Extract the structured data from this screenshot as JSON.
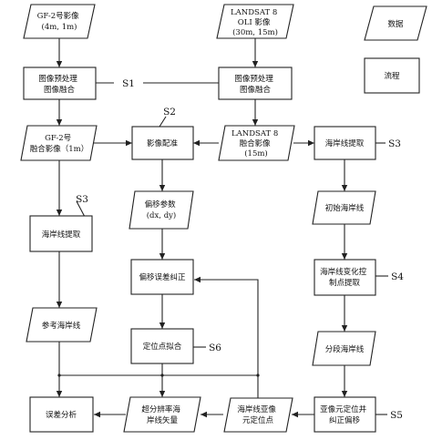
{
  "legend": {
    "data_label": "数据",
    "process_label": "流程"
  },
  "nodes": {
    "gf2_image": {
      "lines": [
        "GF-2号影像",
        "(4m, 1m)"
      ]
    },
    "landsat8_image": {
      "lines": [
        "LANDSAT 8",
        "OLI 影像",
        "(30m, 15m)"
      ]
    },
    "preprocess_left": {
      "lines": [
        "图像预处理",
        "图像融合"
      ]
    },
    "preprocess_right": {
      "lines": [
        "图像预处理",
        "图像融合"
      ]
    },
    "gf2_fused": {
      "lines": [
        "GF-2号",
        "融合影像（1m）"
      ]
    },
    "image_registration": {
      "lines": [
        "影像配准"
      ]
    },
    "landsat8_fused": {
      "lines": [
        "LANDSAT 8",
        "融合影像",
        "(15m)"
      ]
    },
    "coastline_extract_right": {
      "lines": [
        "海岸线提取"
      ]
    },
    "coastline_extract_left": {
      "lines": [
        "海岸线提取"
      ]
    },
    "offset_params": {
      "lines": [
        "偏移参数",
        "(dx, dy)"
      ]
    },
    "initial_coastline": {
      "lines": [
        "初始海岸线"
      ]
    },
    "offset_correction": {
      "lines": [
        "偏移误差纠正"
      ]
    },
    "control_points": {
      "lines": [
        "海岸线变化控",
        "制点提取"
      ]
    },
    "reference_coastline": {
      "lines": [
        "参考海岸线"
      ]
    },
    "point_fitting": {
      "lines": [
        "定位点拟合"
      ]
    },
    "segmented_coastline": {
      "lines": [
        "分段海岸线"
      ]
    },
    "error_analysis": {
      "lines": [
        "误差分析"
      ]
    },
    "superres_vector": {
      "lines": [
        "超分辨率海",
        "岸线矢量"
      ]
    },
    "subpixel_points": {
      "lines": [
        "海岸线亚像",
        "元定位点"
      ]
    },
    "subpixel_offset": {
      "lines": [
        "亚像元定位并",
        "纠正偏移"
      ]
    }
  },
  "step_labels": {
    "s1": "S1",
    "s2": "S2",
    "s3_right": "S3",
    "s3_left": "S3",
    "s4": "S4",
    "s5": "S5",
    "s6": "S6"
  }
}
